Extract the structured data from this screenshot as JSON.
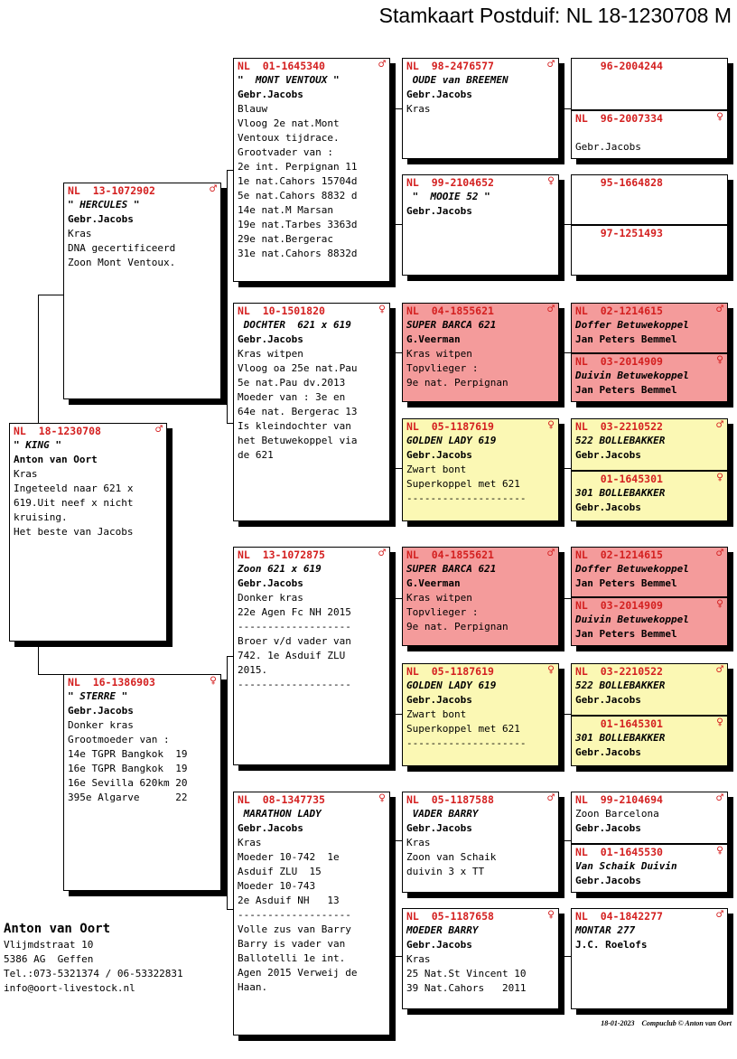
{
  "title": "Stamkaart Postduif: NL  18-1230708 M",
  "owner": {
    "name": "Anton van Oort",
    "lines": [
      "Vlijmdstraat 10",
      "5386 AG  Geffen",
      "Tel.:073-5321374 / 06-53322831",
      "info@oort-livestock.nl"
    ]
  },
  "footer": "18-01-2023    Compuclub © Anton van Oort",
  "symbols": {
    "male": "♂",
    "female": "♀"
  },
  "cards": {
    "c0": {
      "ring": "NL  18-1230708",
      "sex": "male",
      "lines": [
        {
          "t": "\" KING \"",
          "s": "nm"
        },
        {
          "t": "Anton van Oort",
          "s": "br"
        },
        {
          "t": "Kras"
        },
        {
          "t": "Ingeteeld naar 621 x"
        },
        {
          "t": "619.Uit neef x nicht"
        },
        {
          "t": "kruising."
        },
        {
          "t": "Het beste van Jacobs"
        }
      ]
    },
    "c1": {
      "ring": "NL  13-1072902",
      "sex": "male",
      "lines": [
        {
          "t": "\" HERCULES \"",
          "s": "nm"
        },
        {
          "t": "Gebr.Jacobs",
          "s": "br"
        },
        {
          "t": "Kras"
        },
        {
          "t": "DNA gecertificeerd"
        },
        {
          "t": "Zoon Mont Ventoux."
        }
      ]
    },
    "c2": {
      "ring": "NL  16-1386903",
      "sex": "female",
      "lines": [
        {
          "t": "\" STERRE \"",
          "s": "nm"
        },
        {
          "t": "Gebr.Jacobs",
          "s": "br"
        },
        {
          "t": "Donker kras"
        },
        {
          "t": "Grootmoeder van :"
        },
        {
          "t": "14e TGPR Bangkok  19"
        },
        {
          "t": "16e TGPR Bangkok  19"
        },
        {
          "t": "16e Sevilla 620km 20"
        },
        {
          "t": "395e Algarve      22"
        }
      ]
    },
    "c3": {
      "ring": "NL  01-1645340",
      "sex": "male",
      "lines": [
        {
          "t": "\"  MONT VENTOUX \"",
          "s": "nm"
        },
        {
          "t": "Gebr.Jacobs",
          "s": "br"
        },
        {
          "t": "Blauw"
        },
        {
          "t": "Vloog 2e nat.Mont"
        },
        {
          "t": "Ventoux tijdrace."
        },
        {
          "t": "Grootvader van :"
        },
        {
          "t": "2e int. Perpignan 11"
        },
        {
          "t": "1e nat.Cahors 15704d"
        },
        {
          "t": "5e nat.Cahors 8832 d"
        },
        {
          "t": "14e nat.M Marsan"
        },
        {
          "t": "19e nat.Tarbes 3363d"
        },
        {
          "t": "29e nat.Bergerac"
        },
        {
          "t": "31e nat.Cahors 8832d"
        }
      ]
    },
    "c4": {
      "ring": "NL  10-1501820",
      "sex": "female",
      "lines": [
        {
          "t": " DOCHTER  621 x 619",
          "s": "nm"
        },
        {
          "t": "Gebr.Jacobs",
          "s": "br"
        },
        {
          "t": "Kras witpen"
        },
        {
          "t": "Vloog oa 25e nat.Pau"
        },
        {
          "t": "5e nat.Pau dv.2013"
        },
        {
          "t": "Moeder van : 3e en"
        },
        {
          "t": "64e nat. Bergerac 13"
        },
        {
          "t": "Is kleindochter van"
        },
        {
          "t": "het Betuwekoppel via"
        },
        {
          "t": "de 621"
        }
      ]
    },
    "c5": {
      "ring": "NL  13-1072875",
      "sex": "male",
      "lines": [
        {
          "t": "Zoon 621 x 619",
          "s": "nm"
        },
        {
          "t": "Gebr.Jacobs",
          "s": "br"
        },
        {
          "t": "Donker kras"
        },
        {
          "t": "22e Agen Fc NH 2015"
        },
        {
          "t": "-------------------"
        },
        {
          "t": "Broer v/d vader van"
        },
        {
          "t": "742. 1e Asduif ZLU"
        },
        {
          "t": "2015."
        },
        {
          "t": "-------------------"
        }
      ]
    },
    "c6": {
      "ring": "NL  08-1347735",
      "sex": "female",
      "lines": [
        {
          "t": " MARATHON LADY",
          "s": "nm"
        },
        {
          "t": "Gebr.Jacobs",
          "s": "br"
        },
        {
          "t": "Kras"
        },
        {
          "t": "Moeder 10-742  1e"
        },
        {
          "t": "Asduif ZLU  15"
        },
        {
          "t": "Moeder 10-743"
        },
        {
          "t": "2e Asduif NH   13"
        },
        {
          "t": "-------------------"
        },
        {
          "t": "Volle zus van Barry"
        },
        {
          "t": "Barry is vader van"
        },
        {
          "t": "Ballotelli 1e int."
        },
        {
          "t": "Agen 2015 Verweij de"
        },
        {
          "t": "Haan."
        }
      ]
    },
    "c7": {
      "ring": "NL  98-2476577",
      "sex": "male",
      "lines": [
        {
          "t": " OUDE van BREEMEN",
          "s": "nm"
        },
        {
          "t": "Gebr.Jacobs",
          "s": "br"
        },
        {
          "t": "Kras"
        }
      ]
    },
    "c8": {
      "ring": "NL  99-2104652",
      "sex": "female",
      "lines": [
        {
          "t": " \"  MOOIE 52 \"",
          "s": "nm"
        },
        {
          "t": "Gebr.Jacobs",
          "s": "br"
        }
      ]
    },
    "c9": {
      "ring": "NL  04-1855621",
      "sex": "male",
      "lines": [
        {
          "t": "SUPER BARCA 621",
          "s": "nm"
        },
        {
          "t": "G.Veerman",
          "s": "br"
        },
        {
          "t": "Kras witpen"
        },
        {
          "t": "Topvlieger :"
        },
        {
          "t": "9e nat. Perpignan"
        }
      ]
    },
    "c10": {
      "ring": "NL  05-1187619",
      "sex": "female",
      "lines": [
        {
          "t": "GOLDEN LADY 619",
          "s": "nm"
        },
        {
          "t": "Gebr.Jacobs",
          "s": "br"
        },
        {
          "t": "Zwart bont"
        },
        {
          "t": "Superkoppel met 621"
        },
        {
          "t": "--------------------"
        }
      ]
    },
    "c11": {
      "ring": "NL  04-1855621",
      "sex": "male",
      "lines": [
        {
          "t": "SUPER BARCA 621",
          "s": "nm"
        },
        {
          "t": "G.Veerman",
          "s": "br"
        },
        {
          "t": "Kras witpen"
        },
        {
          "t": "Topvlieger :"
        },
        {
          "t": "9e nat. Perpignan"
        }
      ]
    },
    "c12": {
      "ring": "NL  05-1187619",
      "sex": "female",
      "lines": [
        {
          "t": "GOLDEN LADY 619",
          "s": "nm"
        },
        {
          "t": "Gebr.Jacobs",
          "s": "br"
        },
        {
          "t": "Zwart bont"
        },
        {
          "t": "Superkoppel met 621"
        },
        {
          "t": "--------------------"
        }
      ]
    },
    "c13": {
      "ring": "NL  05-1187588",
      "sex": "male",
      "lines": [
        {
          "t": " VADER BARRY",
          "s": "nm"
        },
        {
          "t": "Gebr.Jacobs",
          "s": "br"
        },
        {
          "t": "Kras"
        },
        {
          "t": "Zoon van Schaik"
        },
        {
          "t": "duivin 3 x TT"
        }
      ]
    },
    "c14": {
      "ring": "NL  05-1187658",
      "sex": "female",
      "lines": [
        {
          "t": "MOEDER BARRY",
          "s": "nm"
        },
        {
          "t": "Gebr.Jacobs",
          "s": "br"
        },
        {
          "t": "Kras"
        },
        {
          "t": "25 Nat.St Vincent 10"
        },
        {
          "t": "39 Nat.Cahors   2011"
        }
      ]
    },
    "g1a": {
      "ring": "    96-2004244",
      "sex": "",
      "lines": []
    },
    "g1b": {
      "ring": "NL  96-2007334",
      "sex": "female",
      "lines": [
        {
          "t": ""
        },
        {
          "t": "Gebr.Jacobs"
        }
      ]
    },
    "g2a": {
      "ring": "    95-1664828",
      "sex": "",
      "lines": []
    },
    "g2b": {
      "ring": "    97-1251493",
      "sex": "",
      "lines": []
    },
    "g3a": {
      "ring": "NL  02-1214615",
      "sex": "male",
      "lines": [
        {
          "t": "Doffer Betuwekoppel",
          "s": "nm"
        },
        {
          "t": "Jan Peters Bemmel",
          "s": "br"
        }
      ]
    },
    "g3b": {
      "ring": "NL  03-2014909",
      "sex": "female",
      "lines": [
        {
          "t": "Duivin Betuwekoppel",
          "s": "nm"
        },
        {
          "t": "Jan Peters Bemmel",
          "s": "br"
        }
      ]
    },
    "g4a": {
      "ring": "NL  03-2210522",
      "sex": "male",
      "lines": [
        {
          "t": "522 BOLLEBAKKER",
          "s": "nm"
        },
        {
          "t": "Gebr.Jacobs",
          "s": "br"
        }
      ]
    },
    "g4b": {
      "ring": "    01-1645301",
      "sex": "female",
      "lines": [
        {
          "t": "301 BOLLEBAKKER",
          "s": "nm"
        },
        {
          "t": "Gebr.Jacobs",
          "s": "br"
        }
      ]
    },
    "g5a": {
      "ring": "NL  02-1214615",
      "sex": "male",
      "lines": [
        {
          "t": "Doffer Betuwekoppel",
          "s": "nm"
        },
        {
          "t": "Jan Peters Bemmel",
          "s": "br"
        }
      ]
    },
    "g5b": {
      "ring": "NL  03-2014909",
      "sex": "female",
      "lines": [
        {
          "t": "Duivin Betuwekoppel",
          "s": "nm"
        },
        {
          "t": "Jan Peters Bemmel",
          "s": "br"
        }
      ]
    },
    "g6a": {
      "ring": "NL  03-2210522",
      "sex": "male",
      "lines": [
        {
          "t": "522 BOLLEBAKKER",
          "s": "nm"
        },
        {
          "t": "Gebr.Jacobs",
          "s": "br"
        }
      ]
    },
    "g6b": {
      "ring": "    01-1645301",
      "sex": "female",
      "lines": [
        {
          "t": "301 BOLLEBAKKER",
          "s": "nm"
        },
        {
          "t": "Gebr.Jacobs",
          "s": "br"
        }
      ]
    },
    "g7a": {
      "ring": "NL  99-2104694",
      "sex": "male",
      "lines": [
        {
          "t": "Zoon Barcelona"
        },
        {
          "t": "Gebr.Jacobs",
          "s": "br"
        }
      ]
    },
    "g7b": {
      "ring": "NL  01-1645530",
      "sex": "female",
      "lines": [
        {
          "t": "Van Schaik Duivin",
          "s": "nm"
        },
        {
          "t": "Gebr.Jacobs",
          "s": "br"
        }
      ]
    },
    "g8a": {
      "ring": "NL  04-1842277",
      "sex": "male",
      "lines": [
        {
          "t": "MONTAR 277",
          "s": "nm"
        },
        {
          "t": "J.C. Roelofs",
          "s": "br"
        }
      ]
    }
  }
}
